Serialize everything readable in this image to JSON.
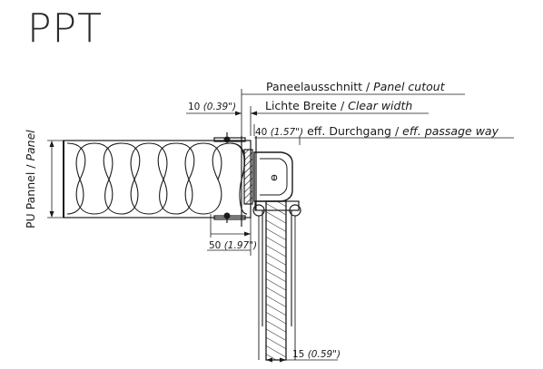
{
  "title": "PPT",
  "labels": {
    "panel_cutout": {
      "main": "Paneelausschnitt / ",
      "italic": "Panel cutout"
    },
    "clear_width": {
      "main": "Lichte Breite / ",
      "italic": "Clear width"
    },
    "passage": {
      "main": " eff. Durchgang / ",
      "italic": "eff. passage way"
    },
    "pu_panel": {
      "main": "PU Pannel / ",
      "italic": "Panel"
    }
  },
  "dimensions": {
    "d10": {
      "value": "10 ",
      "inch": "(0.39\")"
    },
    "d40": {
      "value": "40 ",
      "inch": "(1.57\")"
    },
    "d50": {
      "value": "50 ",
      "inch": "(1.97\")"
    },
    "d15": {
      "value": "15 ",
      "inch": "(0.59\")"
    }
  }
}
